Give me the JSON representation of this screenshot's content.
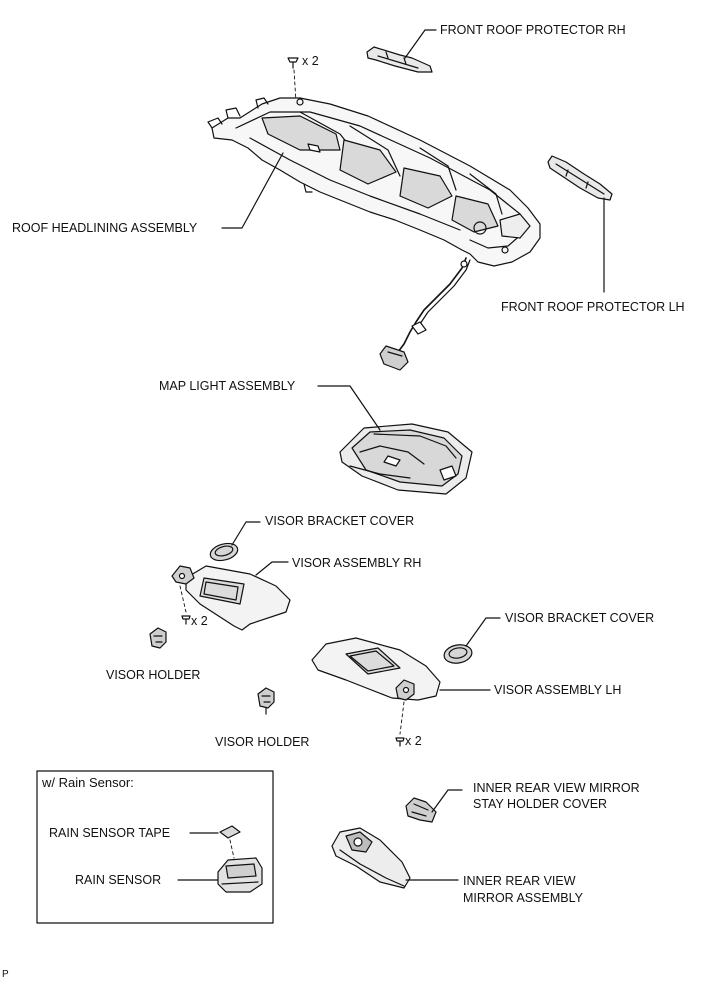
{
  "labels": {
    "front_roof_protector_rh": "FRONT ROOF PROTECTOR RH",
    "roof_headlining_assembly": "ROOF HEADLINING ASSEMBLY",
    "front_roof_protector_lh": "FRONT ROOF PROTECTOR LH",
    "map_light_assembly": "MAP LIGHT ASSEMBLY",
    "visor_bracket_cover_rh": "VISOR BRACKET COVER",
    "visor_assembly_rh": "VISOR ASSEMBLY RH",
    "visor_bracket_cover_lh": "VISOR BRACKET COVER",
    "visor_holder_left": "VISOR HOLDER",
    "visor_assembly_lh": "VISOR ASSEMBLY LH",
    "visor_holder_center": "VISOR HOLDER",
    "inner_mirror_cover_line1": "INNER REAR VIEW MIRROR",
    "inner_mirror_cover_line2": "STAY HOLDER COVER",
    "inner_mirror_assembly_line1": "INNER REAR VIEW",
    "inner_mirror_assembly_line2": "MIRROR ASSEMBLY",
    "rain_sensor_tape": "RAIN SENSOR TAPE",
    "rain_sensor": "RAIN SENSOR"
  },
  "quantities": {
    "clip_top": "x 2",
    "screw_rh": "x 2",
    "screw_lh": "x 2"
  },
  "inset": {
    "title": "w/ Rain Sensor:"
  },
  "corner_mark": "P"
}
